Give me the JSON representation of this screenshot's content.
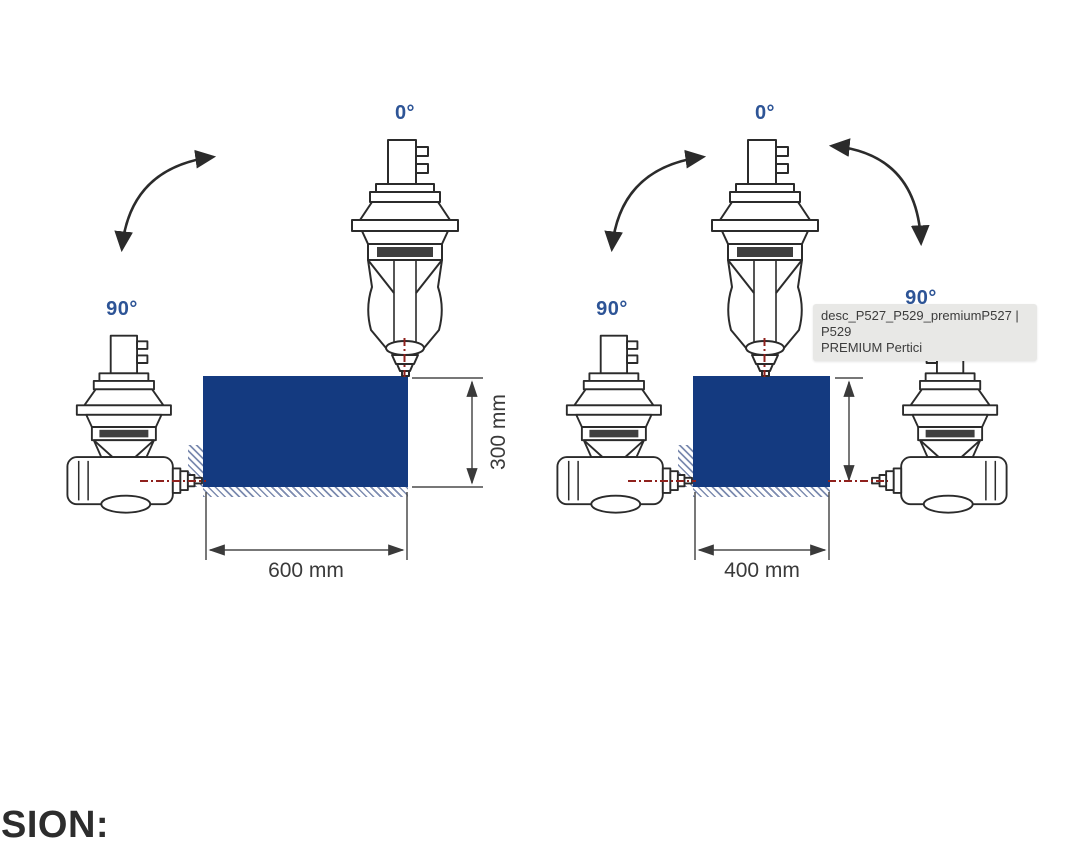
{
  "page": {
    "footer_heading_cutoff": "SION:"
  },
  "tooltip": {
    "line1": "desc_P527_P529_premiumP527 | P529",
    "line2": "PREMIUM Pertici"
  },
  "diagrams": [
    {
      "name": "swivel-range-600mm-workpiece",
      "top_angle_label": "0°",
      "left_angle_label": "90°",
      "width_label": "600 mm",
      "height_label": "300 mm"
    },
    {
      "name": "swivel-range-400mm-workpiece",
      "top_angle_label": "0°",
      "left_angle_label": "90°",
      "right_angle_label": "90°",
      "width_label": "400 mm"
    }
  ],
  "icons": {
    "swivel-arc-arrow": "curved double-headed arrow",
    "dimension-arrow": "double-headed dimension arrow"
  },
  "colors": {
    "workpiece": "#143a80",
    "angle_label": "#2d5496",
    "centerline": "#8f211d",
    "drawing_stroke": "#2b2b2b",
    "dimension_text": "#3a3a3a",
    "tooltip_bg": "#e8e8e6",
    "tooltip_text": "#3c3c3c"
  }
}
